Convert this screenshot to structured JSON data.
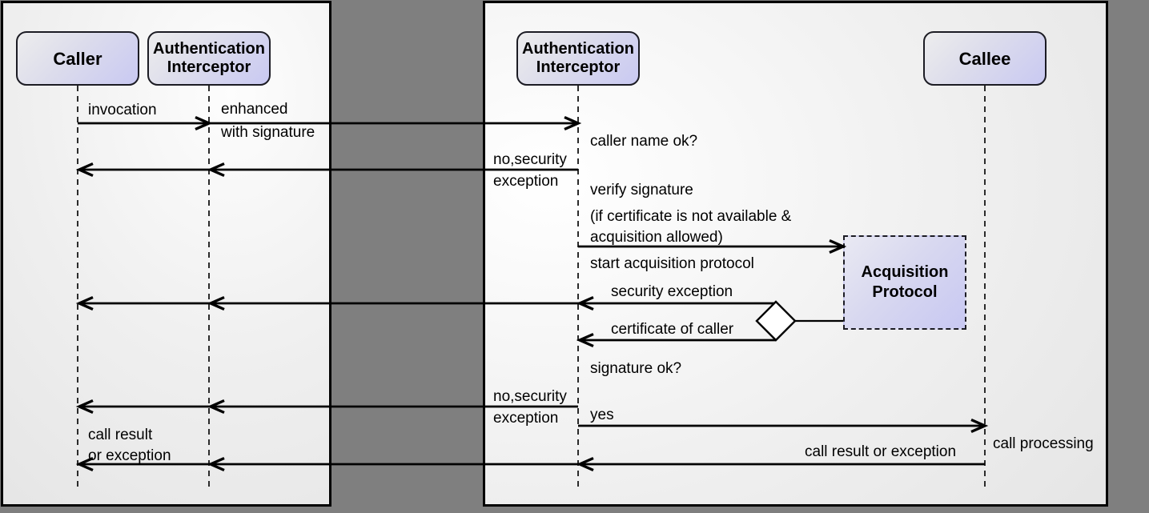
{
  "diagram_title": "authentication interceptor sequence diagram",
  "colors": {
    "outer_background": "#7f7f7f",
    "panel_background": "#f2f2f2",
    "panel_border": "#000000",
    "actor_gradient_start": "#ededed",
    "actor_gradient_end": "#c9c9f2",
    "line_color": "#000000",
    "text_color": "#000000"
  },
  "left_panel": {
    "actors": {
      "caller": "Caller",
      "auth_interceptor": "Authentication\nInterceptor"
    },
    "messages": {
      "invocation": "invocation",
      "enhanced_with_signature": "enhanced\nwith signature",
      "call_result_or_exception": "call result\nor exception"
    }
  },
  "right_panel": {
    "actors": {
      "auth_interceptor": "Authentication\nInterceptor",
      "callee": "Callee",
      "acquisition_protocol": "Acquisition\nProtocol"
    },
    "messages": {
      "caller_name_ok": "caller name ok?",
      "no_security_exception_1": "no,security\nexception",
      "verify_signature": "verify signature",
      "certificate_condition": "(if certificate is not available &\nacquisition allowed)",
      "start_acquisition_protocol": "start acquisition protocol",
      "security_exception": "security exception",
      "certificate_of_caller": "certificate of caller",
      "signature_ok": "signature ok?",
      "no_security_exception_2": "no,security\nexception",
      "yes": "yes",
      "call_processing": "call processing",
      "call_result_or_exception": "call result or exception"
    }
  }
}
